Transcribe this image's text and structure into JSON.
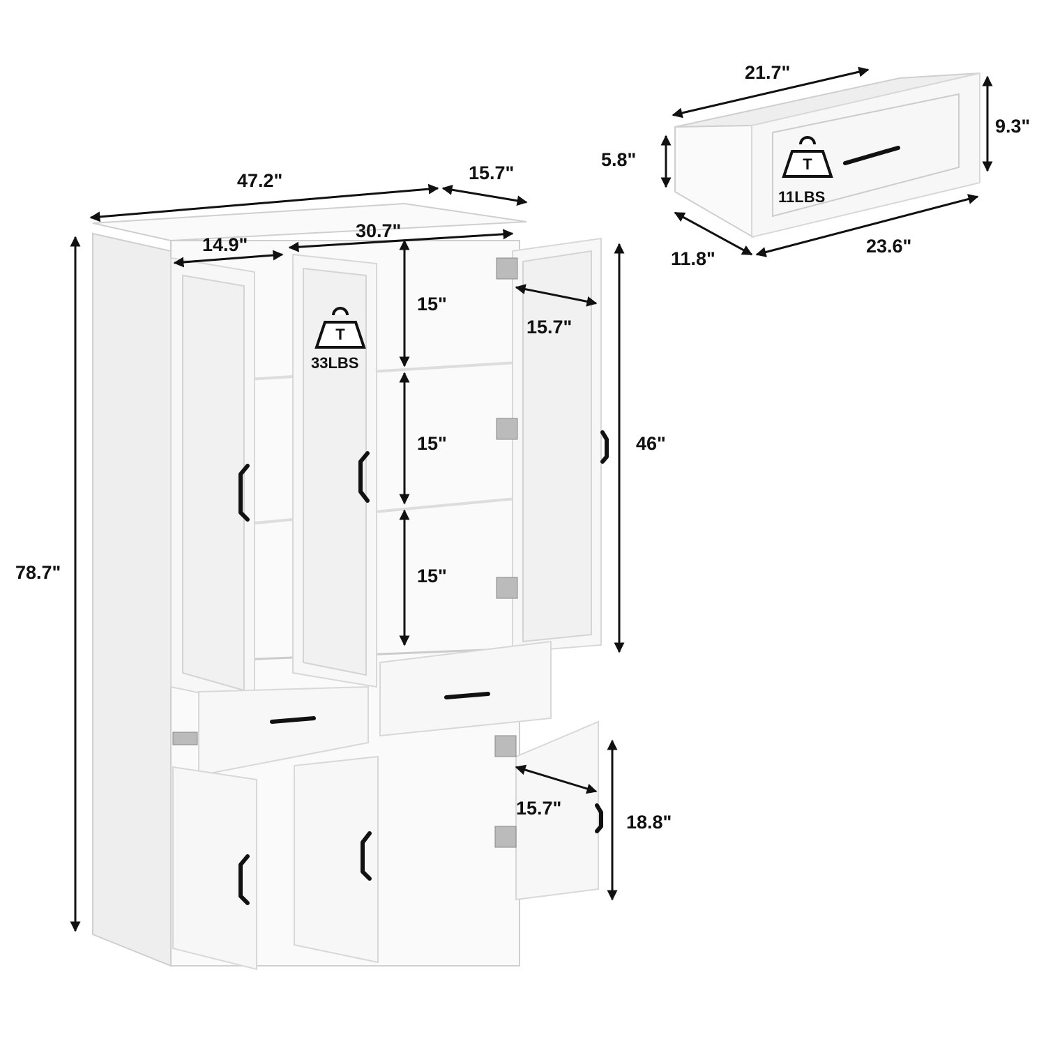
{
  "cabinet": {
    "overall_width": "47.2\"",
    "overall_depth": "15.7\"",
    "overall_height": "78.7\"",
    "upper_door_width": "14.9\"",
    "inner_width": "30.7\"",
    "shelf_heights": [
      "15\"",
      "15\"",
      "15\""
    ],
    "upper_door_depth": "15.7\"",
    "upper_height": "46\"",
    "lower_door_depth": "15.7\"",
    "lower_height": "18.8\"",
    "shelf_load": "33LBS"
  },
  "drawer": {
    "width": "21.7\"",
    "front_height": "9.3\"",
    "inner_height": "5.8\"",
    "depth": "11.8\"",
    "front_width": "23.6\"",
    "load": "11LBS"
  }
}
